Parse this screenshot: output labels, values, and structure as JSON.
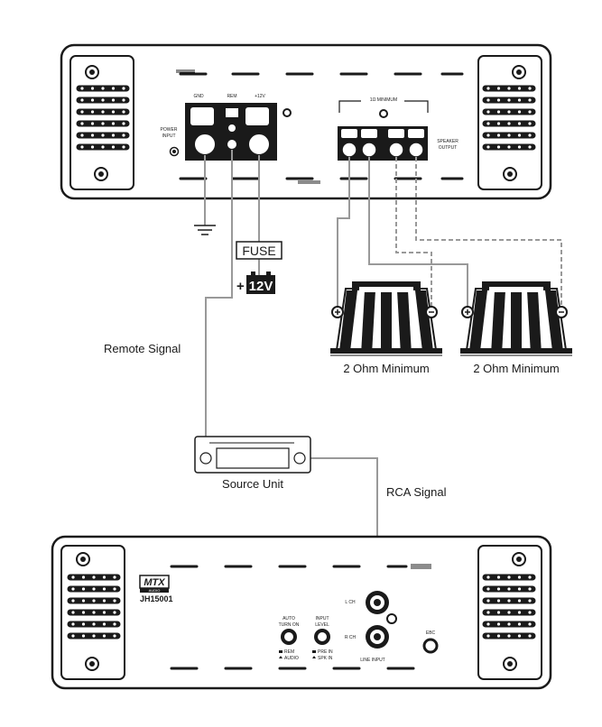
{
  "amp_top": {
    "terminals": {
      "gnd": "GND",
      "rem": "REM",
      "plus12": "+12V",
      "power_input_line1": "POWER",
      "power_input_line2": "INPUT",
      "minimum": "1Ω MINIMUM",
      "speaker_output_line1": "SPEAKER",
      "speaker_output_line2": "OUTPUT"
    }
  },
  "fuse_label": "FUSE",
  "battery_label": "12V",
  "battery_plus": "+",
  "remote_signal_label": "Remote Signal",
  "speakers": [
    {
      "label": "2 Ohm Minimum"
    },
    {
      "label": "2 Ohm Minimum"
    }
  ],
  "source_unit_label": "Source Unit",
  "rca_signal_label": "RCA Signal",
  "amp_bottom": {
    "brand": "MTX",
    "brand_sub": "AUDIO",
    "model": "JH15001",
    "auto_turn_on_line1": "AUTO",
    "auto_turn_on_line2": "TURN ON",
    "auto_opt1": "REM",
    "auto_opt2": "AUDIO",
    "input_level_line1": "INPUT",
    "input_level_line2": "LEVEL",
    "level_opt1": "PRE IN",
    "level_opt2": "SPK IN",
    "l_ch": "L CH",
    "r_ch": "R CH",
    "line_input": "LINE INPUT",
    "ebc": "EBC"
  }
}
